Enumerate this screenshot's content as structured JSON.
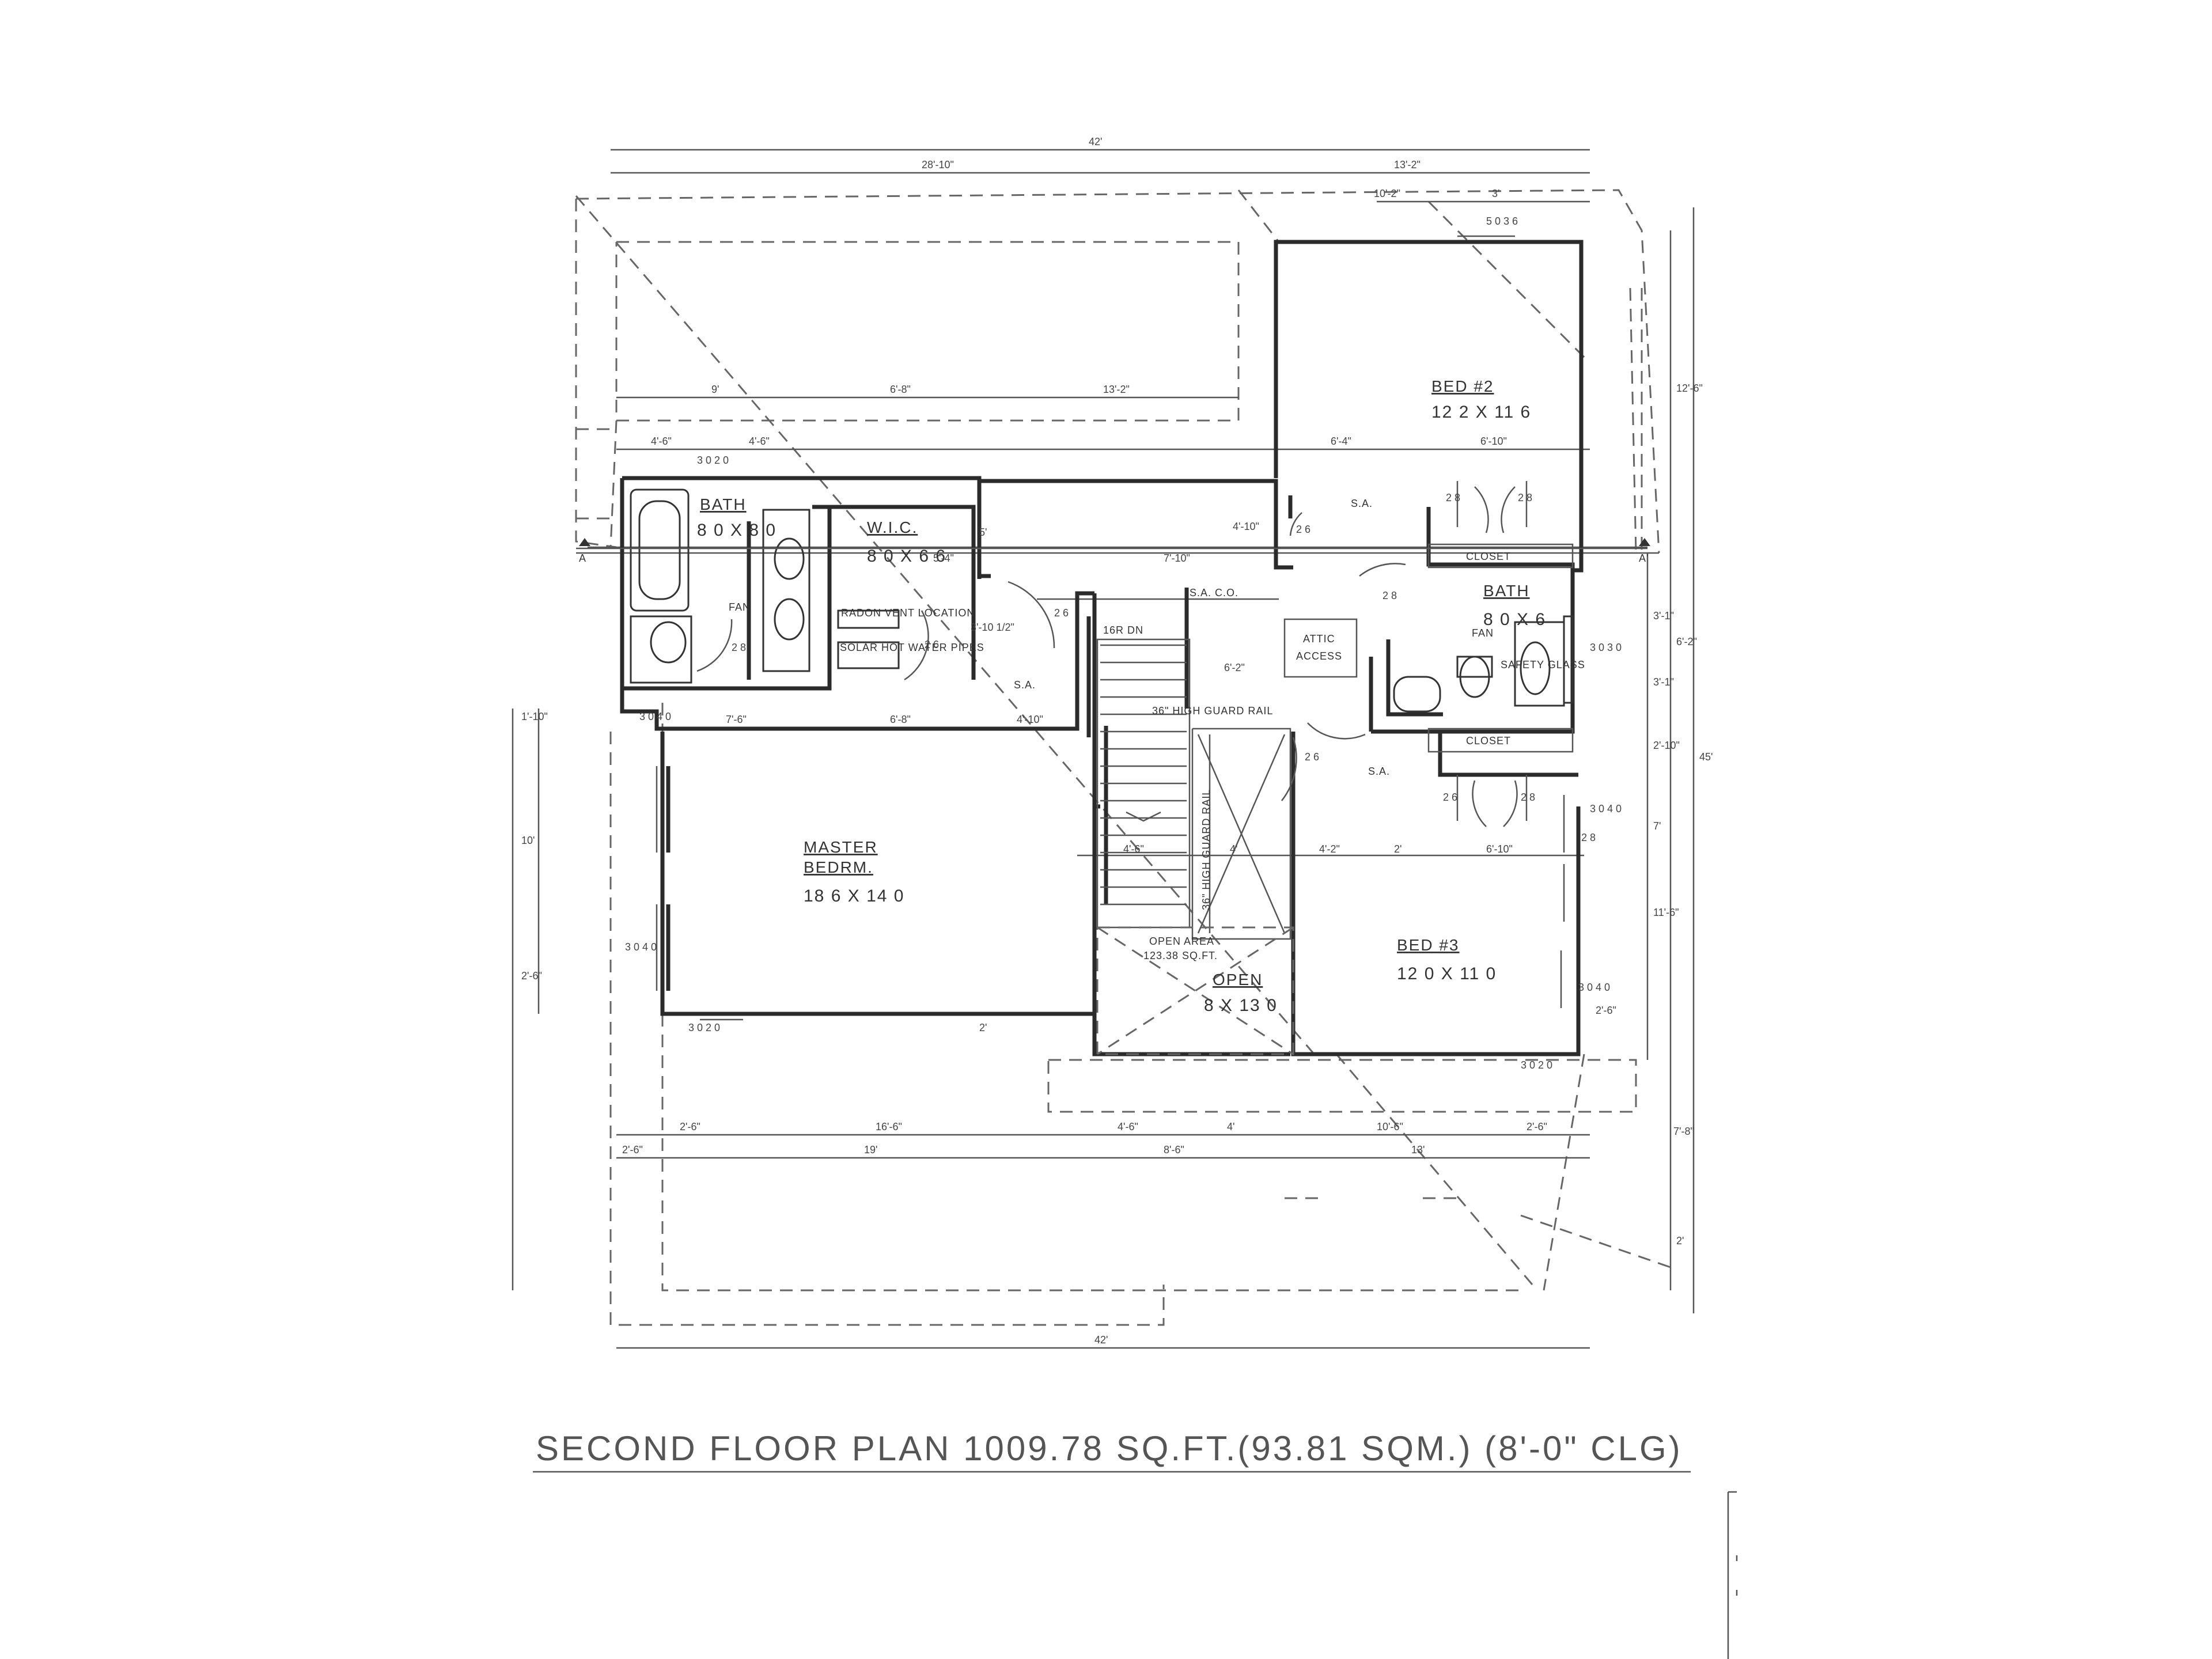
{
  "plan": {
    "title": "SECOND FLOOR PLAN 1009.78 SQ.FT.(93.81 SQM.) (8'-0\" CLG)",
    "rooms": {
      "master": {
        "name_line1": "MASTER",
        "name_line2": "BEDRM.",
        "size": "18 6 X 14 0"
      },
      "bed2": {
        "name": "BED #2",
        "size": "12 2 X 11 6"
      },
      "bed3": {
        "name": "BED #3",
        "size": "12 0 X 11 0"
      },
      "bath1": {
        "name": "BATH",
        "size": "8 0 X 8 0"
      },
      "bath2": {
        "name": "BATH",
        "size": "8 0 X 6"
      },
      "wic": {
        "name": "W.I.C.",
        "size": "8 0 X 6 6"
      },
      "closet_upper": {
        "name": "CLOSET"
      },
      "closet_lower": {
        "name": "CLOSET"
      },
      "attic": {
        "line1": "ATTIC",
        "line2": "ACCESS"
      },
      "open": {
        "name": "OPEN",
        "size": "8 X 13 0"
      },
      "open_area": {
        "line1": "OPEN AREA",
        "line2": "123.38 SQ.FT."
      }
    },
    "notes": {
      "guard_rail_h": "36\" HIGH GUARD RAIL",
      "guard_rail_v": "36\" HIGH GUARD RAIL",
      "stairs": "16R DN",
      "radon": "RADON VENT LOCATION",
      "solar": "SOLAR HOT WATER PIPES",
      "safety_glass": "SAFETY GLASS",
      "fan1": "FAN",
      "fan2": "FAN",
      "sa": "S.A.",
      "sa_co": "S.A. C.O.",
      "section_left": "A",
      "section_right": "A'"
    },
    "dimensions": {
      "top_overall": "42'",
      "top_left": "28'-10\"",
      "top_right": "13'-2\"",
      "top_r1": "10'-2\"",
      "top_r2": "3'",
      "window_top": "5 0 3 6",
      "row2_a": "9'",
      "row2_b": "6'-8\"",
      "row2_c": "13'-2\"",
      "row3_a": "4'-6\"",
      "row3_b": "4'-6\"",
      "row3_c": "6'-4\"",
      "row3_d": "6'-10\"",
      "win_bath": "3 0 2 0",
      "mid_a": "5'-4\"",
      "mid_b": "7'-10\"",
      "mid_c": "4'-10\"",
      "mid_d": "5'",
      "mid_e": "3'-10 1/2\"",
      "mid_f": "6'-2\"",
      "mb_a": "7'-6\"",
      "mb_b": "6'-8\"",
      "mb_c": "4'-10\"",
      "st_a": "4'-6\"",
      "st_b": "4'",
      "st_c": "4'-2\"",
      "st_d": "2'",
      "st_e": "6'-10\"",
      "left_a": "1'-10\"",
      "left_b": "10'",
      "left_c": "2'-6\"",
      "win_left1": "3 0 4 0",
      "win_left2": "3 0 4 0",
      "win_bot": "3 0 2 0",
      "bot_2": "2'",
      "bot_r1_a": "2'-6\"",
      "bot_r1_b": "16'-6\"",
      "bot_r1_c": "4'-6\"",
      "bot_r1_d": "4'",
      "bot_r1_e": "10'-6\"",
      "bot_r1_f": "2'-6\"",
      "bot_r2_a": "2'-6\"",
      "bot_r2_b": "19'",
      "bot_r2_c": "8'-6\"",
      "bot_r2_d": "13'",
      "bottom_overall": "42'",
      "right_overall": "45'",
      "right_a": "12'-6\"",
      "right_b": "3'-1\"",
      "right_c": "6'-2\"",
      "right_d": "3'-1\"",
      "right_e": "2'-10\"",
      "right_f": "11'-6\"",
      "right_g": "7'",
      "right_h": "2'-6\"",
      "right_i": "7'-8\"",
      "right_j": "2'",
      "win_r1": "3 0 3 0",
      "win_r2": "3 0 4 0",
      "win_r3": "3 0 4 0",
      "win_bed3": "3 0 2 0",
      "door_a": "2 8",
      "door_b": "2 6",
      "door_c": "2 6",
      "door_d": "2 6",
      "door_e": "2 8",
      "door_f": "2 8",
      "door_g": "2 8",
      "door_h": "2 6",
      "door_i": "2 6",
      "door_j": "2 8",
      "door_k": "2 8"
    }
  }
}
